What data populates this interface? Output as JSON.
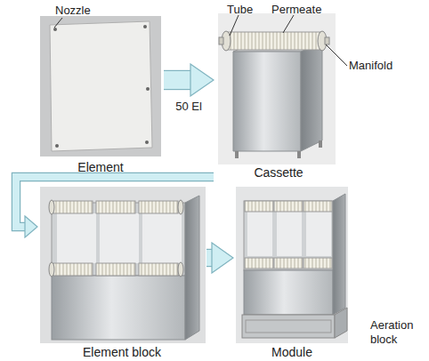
{
  "diagram": {
    "nodes": [
      {
        "text": [
          "Element"
        ]
      },
      {
        "text": [
          "Cassette"
        ]
      },
      {
        "text": [
          "Element block"
        ]
      },
      {
        "text": [
          "Module"
        ]
      }
    ],
    "edges": [
      {
        "from": 0,
        "to": 1,
        "arrow": "to",
        "label": "50 El"
      },
      {
        "from": 1,
        "to": 2,
        "arrow": "to"
      },
      {
        "from": 2,
        "to": 3,
        "arrow": "to"
      }
    ],
    "labels": [
      "Nozzle",
      "Tube",
      "Permeate",
      "Manifold",
      "Aeration block"
    ]
  }
}
